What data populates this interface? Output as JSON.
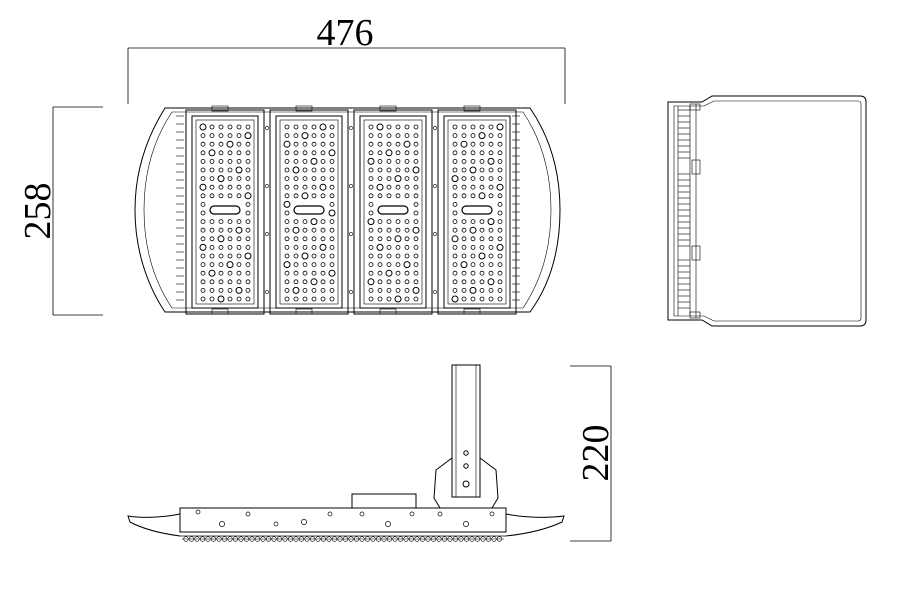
{
  "dimensions": {
    "width": "476",
    "height": "258",
    "depth": "220"
  },
  "colors": {
    "line": "#000000",
    "background": "#ffffff"
  },
  "views": {
    "front": {
      "module_count": 4
    },
    "side": {},
    "bottom": {}
  }
}
